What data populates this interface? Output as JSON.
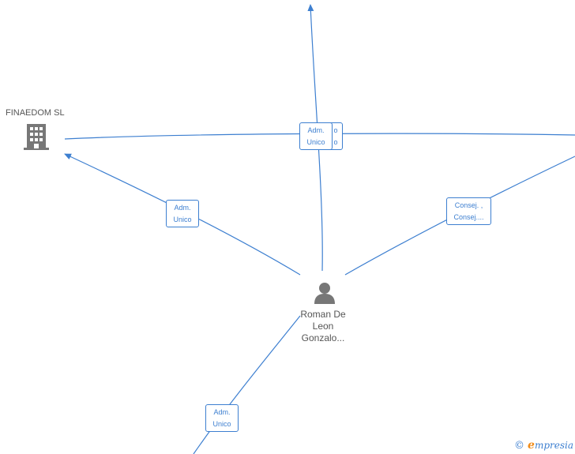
{
  "nodes": {
    "company": {
      "name": "FINAEDOM SL",
      "icon": "building-icon"
    },
    "person": {
      "name_lines": [
        "Roman De",
        "Leon",
        "Gonzalo..."
      ],
      "icon": "person-icon"
    }
  },
  "edges": {
    "top_front": [
      "Adm.",
      "Unico"
    ],
    "top_back": [
      "o",
      "o"
    ],
    "left": [
      "Adm.",
      "Unico"
    ],
    "right": [
      "Consej. ,",
      "Consej...."
    ],
    "bottom": [
      "Adm.",
      "Unico"
    ]
  },
  "watermark": {
    "copyright": "©",
    "brand_initial": "e",
    "brand_rest": "mpresia"
  },
  "colors": {
    "edge": "#3d7fd0",
    "icon": "#777777",
    "brand_accent": "#f08c1a"
  }
}
